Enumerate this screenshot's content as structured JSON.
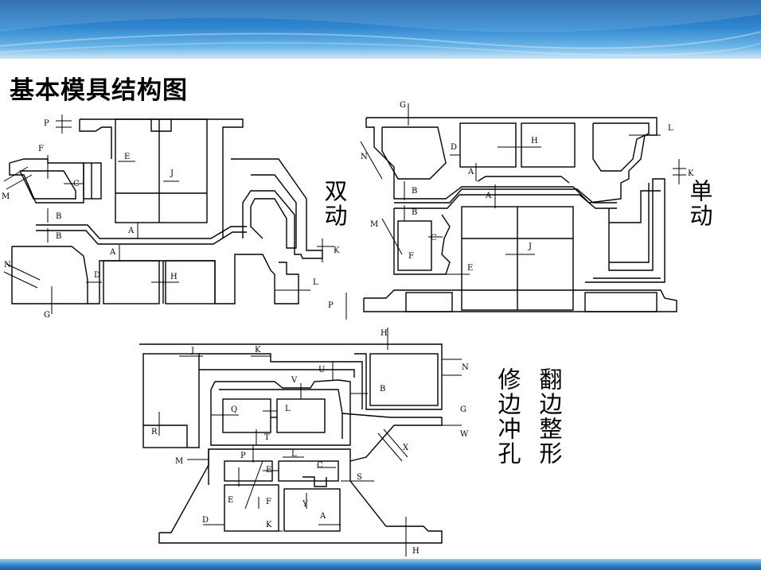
{
  "title": "基本模具结构图",
  "labels": {
    "double_action": "双动",
    "single_action": "单动",
    "trim_pierce": "修边冲孔",
    "flange_restrike": "翻边整形"
  },
  "dims": {
    "double": [
      "P",
      "F",
      "E",
      "J",
      "C",
      "M",
      "B",
      "B",
      "A",
      "A",
      "N",
      "D",
      "H",
      "G",
      "K",
      "L"
    ],
    "single": [
      "G",
      "L",
      "D",
      "H",
      "N",
      "K",
      "A",
      "B",
      "A",
      "B",
      "M",
      "C",
      "F",
      "J",
      "E",
      "P"
    ],
    "trim": [
      "H",
      "J",
      "K",
      "N",
      "U",
      "V",
      "B",
      "Q",
      "L",
      "G",
      "W",
      "T",
      "R",
      "P",
      "M",
      "L",
      "E",
      "C",
      "S",
      "X",
      "E",
      "F",
      "Y",
      "D",
      "K",
      "A",
      "H"
    ]
  },
  "colors": {
    "header": "#2f86cf",
    "line": "#000000"
  }
}
